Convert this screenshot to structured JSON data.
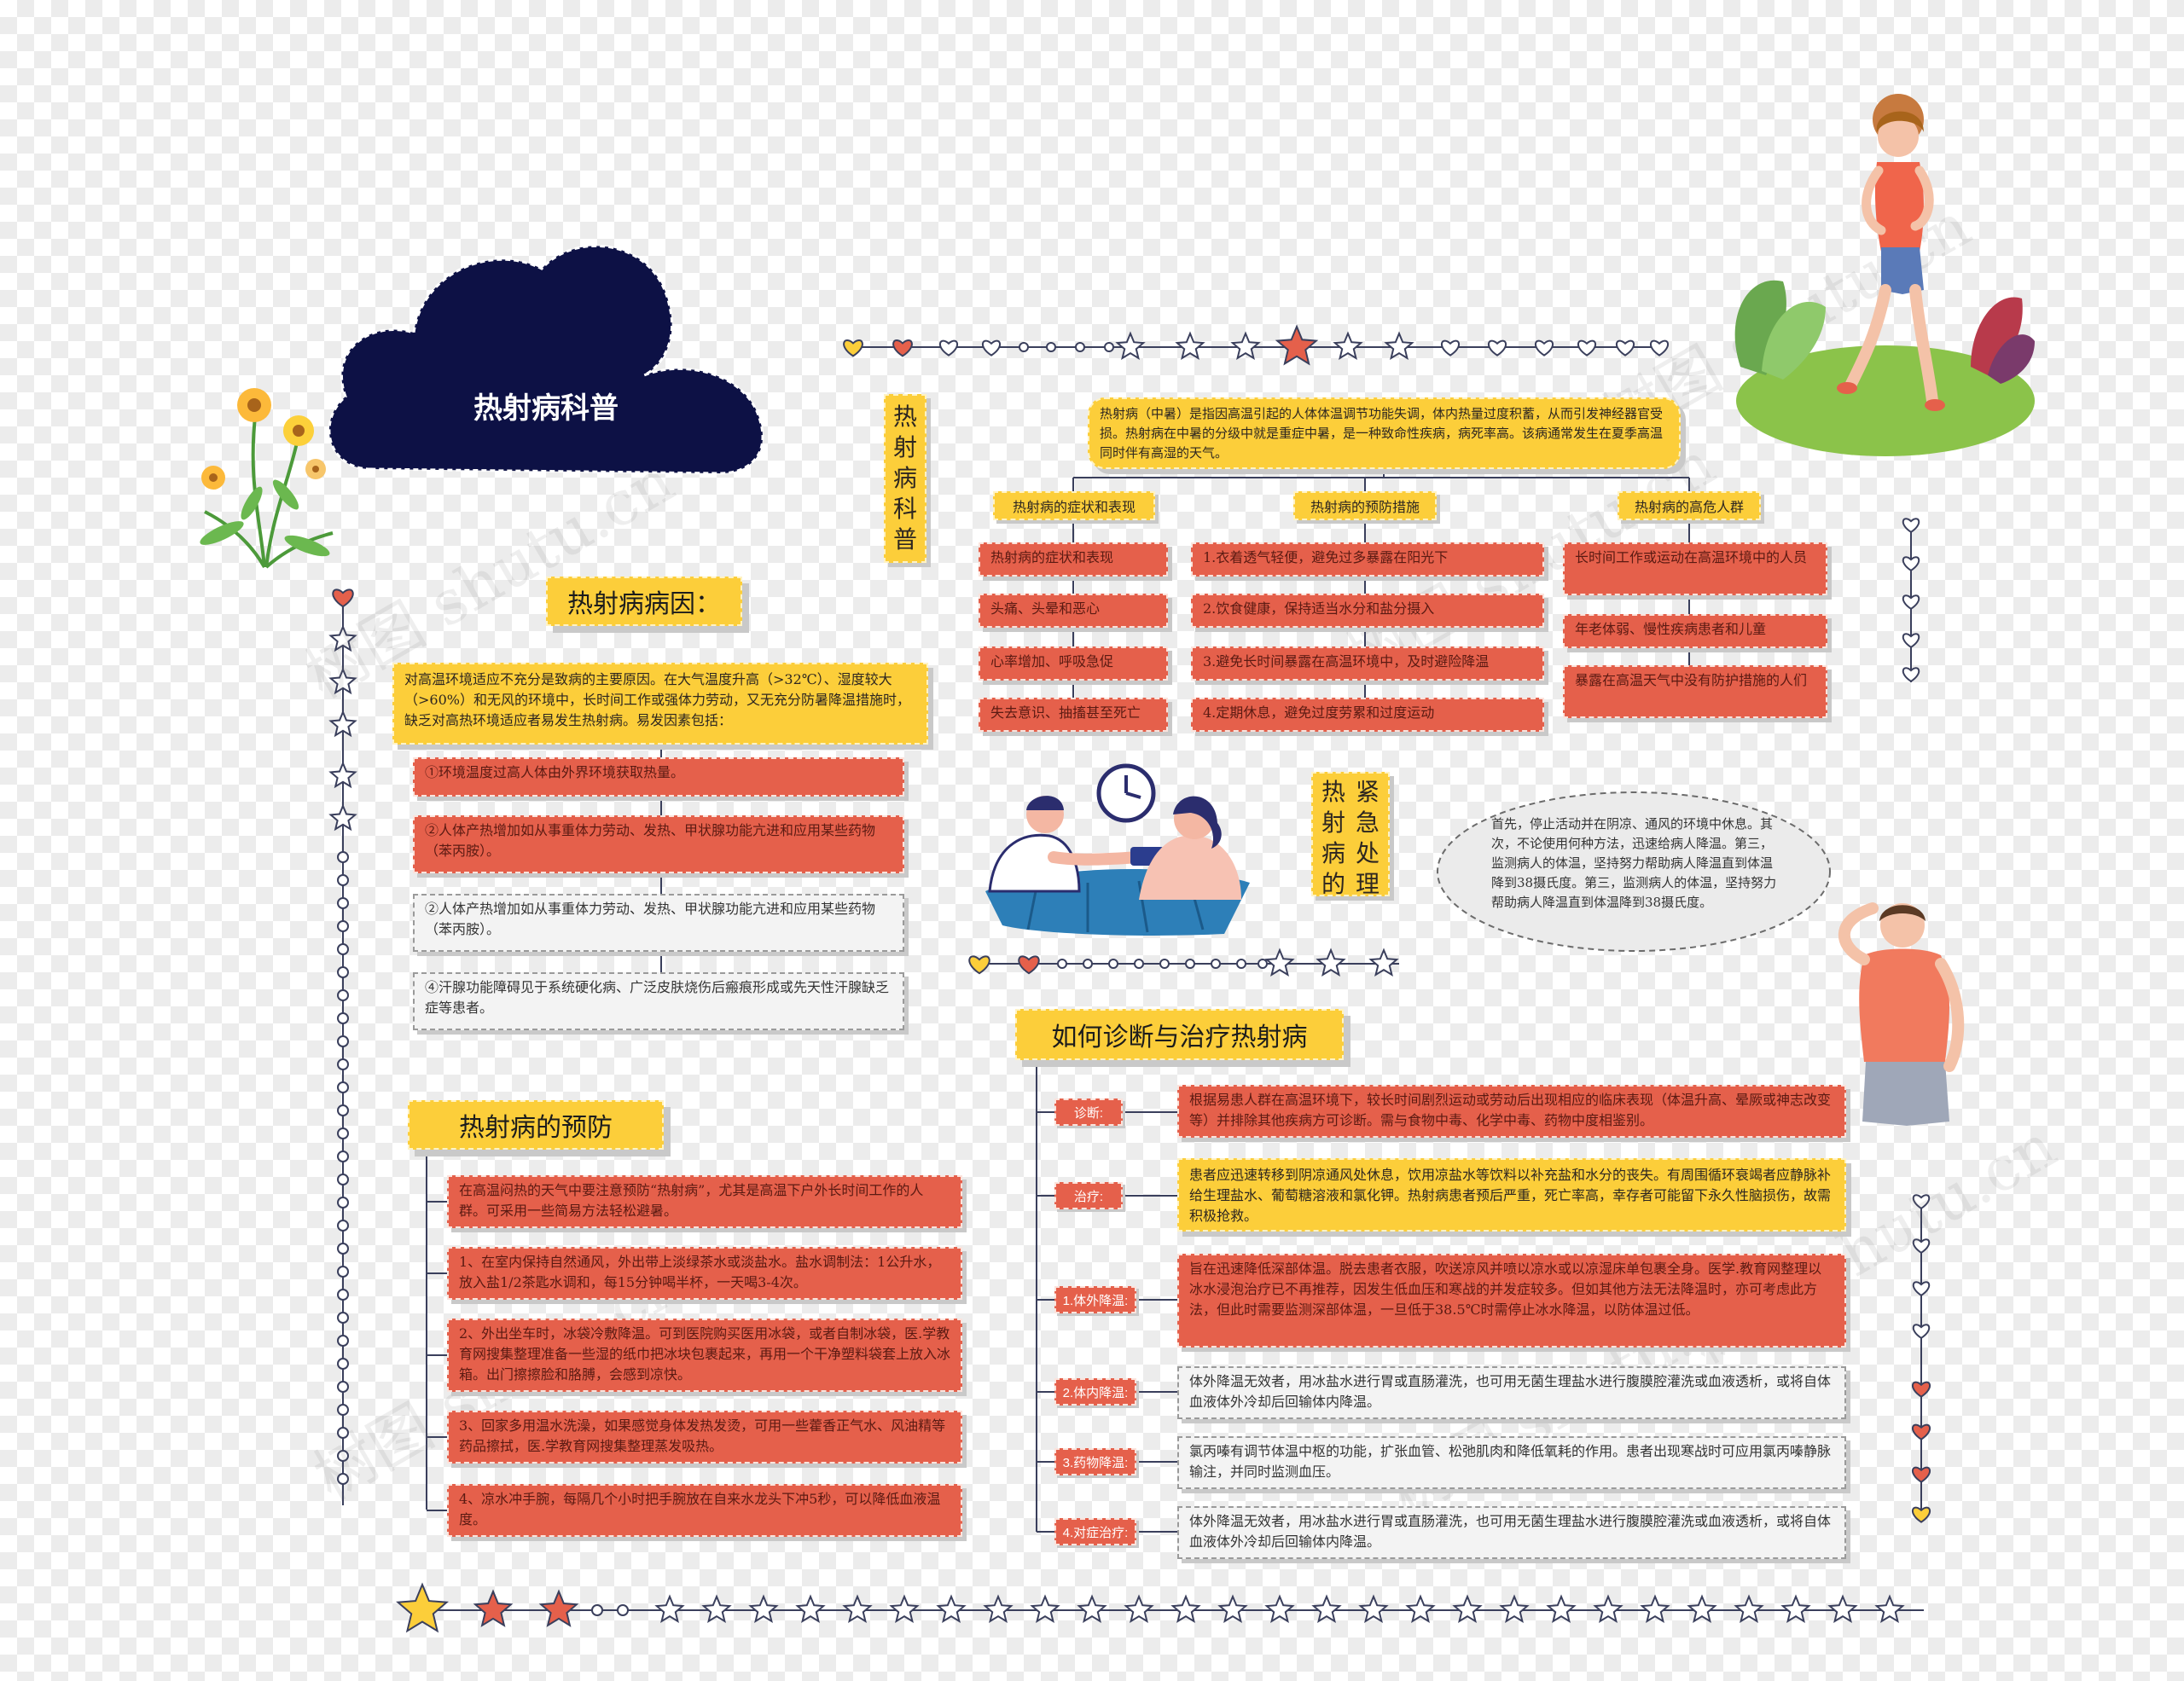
{
  "title": "热射病科普",
  "title_vertical": "热射病科普",
  "watermark": "树图 shutu.cn",
  "causes": {
    "heading": "热射病病因：",
    "intro": "对高温环境适应不充分是致病的主要原因。在大气温度升高（>32℃）、湿度较大（>60%）和无风的环境中，长时间工作或强体力劳动，又无充分防暑降温措施时，缺乏对高热环境适应者易发生热射病。易发因素包括：",
    "items": [
      "①环境温度过高人体由外界环境获取热量。",
      "②人体产热增加如从事重体力劳动、发热、甲状腺功能亢进和应用某些药物（苯丙胺）。",
      "②人体产热增加如从事重体力劳动、发热、甲状腺功能亢进和应用某些药物（苯丙胺）。",
      "④汗腺功能障碍见于系统硬化病、广泛皮肤烧伤后瘢痕形成或先天性汗腺缺乏症等患者。"
    ]
  },
  "overview": {
    "definition": "热射病（中暑）是指因高温引起的人体体温调节功能失调，体内热量过度积蓄，从而引发神经器官受损。热射病在中暑的分级中就是重症中暑，是一种致命性疾病，病死率高。该病通常发生在夏季高温同时伴有高湿的天气。",
    "columns": [
      {
        "title": "热射病的症状和表现",
        "items": [
          "热射病的症状和表现",
          "头痛、头晕和恶心",
          "心率增加、呼吸急促",
          "失去意识、抽搐甚至死亡"
        ]
      },
      {
        "title": "热射病的预防措施",
        "items": [
          "1.衣着透气轻便，避免过多暴露在阳光下",
          "2.饮食健康，保持适当水分和盐分摄入",
          "3.避免长时间暴露在高温环境中，及时避险降温",
          "4.定期休息，避免过度劳累和过度运动"
        ]
      },
      {
        "title": "热射病的高危人群",
        "items": [
          "长时间工作或运动在高温环境中的人员",
          "年老体弱、慢性疾病患者和儿童",
          "暴露在高温天气中没有防护措施的人们"
        ]
      }
    ]
  },
  "emergency": {
    "title_col1": "热射病的",
    "title_col2": "紧急处理",
    "text": "首先，停止活动并在阴凉、通风的环境中休息。其次，不论使用何种方法，迅速给病人降温。第三，监测病人的体温，坚持努力帮助病人降温直到体温降到38摄氏度。第三，监测病人的体温，坚持努力帮助病人降温直到体温降到38摄氏度。"
  },
  "prevention": {
    "heading": "热射病的预防",
    "items": [
      "在高温闷热的天气中要注意预防“热射病”，尤其是高温下户外长时间工作的人群。可采用一些简易方法轻松避暑。",
      "1、在室内保持自然通风，外出带上淡绿茶水或淡盐水。盐水调制法：1公升水，放入盐1/2茶匙水调和，每15分钟喝半杯，一天喝3-4次。",
      "2、外出坐车时，冰袋冷敷降温。可到医院购买医用冰袋，或者自制冰袋，医.学教育网搜集整理准备一些湿的纸巾把冰块包裹起来，再用一个干净塑料袋套上放入冰箱。出门擦擦脸和胳膊，会感到凉快。",
      "3、回家多用温水洗澡，如果感觉身体发热发烫，可用一些藿香正气水、风油精等药品擦拭，医.学教育网搜集整理蒸发吸热。",
      "4、凉水冲手腕，每隔几个小时把手腕放在自来水龙头下冲5秒，可以降低血液温度。"
    ]
  },
  "diagnosis": {
    "heading": "如何诊断与治疗热射病",
    "rows": [
      {
        "tag": "诊断:",
        "text": "根据易患人群在高温环境下，较长时间剧烈运动或劳动后出现相应的临床表现（体温升高、晕厥或神志改变等）并排除其他疾病方可诊断。需与食物中毒、化学中毒、药物中度相鉴别。"
      },
      {
        "tag": "治疗:",
        "text": "患者应迅速转移到阴凉通风处休息，饮用凉盐水等饮料以补充盐和水分的丧失。有周围循环衰竭者应静脉补给生理盐水、葡萄糖溶液和氯化钾。热射病患者预后严重，死亡率高，幸存者可能留下永久性脑损伤，故需积极抢救。"
      },
      {
        "tag": "1.体外降温:",
        "text": "旨在迅速降低深部体温。脱去患者衣服，吹送凉风并喷以凉水或以凉湿床单包裹全身。医学.教育网整理以冰水浸泡治疗已不再推荐，因发生低血压和寒战的并发症较多。但如其他方法无法降温时，亦可考虑此方法，但此时需要监测深部体温，一旦低于38.5℃时需停止冰水降温，以防体温过低。"
      },
      {
        "tag": "2.体内降温:",
        "text": "体外降温无效者，用冰盐水进行胃或直肠灌洗，也可用无菌生理盐水进行腹膜腔灌洗或血液透析，或将自体血液体外冷却后回输体内降温。"
      },
      {
        "tag": "3.药物降温:",
        "text": "氯丙嗪有调节体温中枢的功能，扩张血管、松弛肌肉和降低氧耗的作用。患者出现寒战时可应用氯丙嗪静脉输注，并同时监测血压。"
      },
      {
        "tag": "4.对症治疗:",
        "text": "体外降温无效者，用冰盐水进行胃或直肠灌洗，也可用无菌生理盐水进行腹膜腔灌洗或血液透析，或将自体血液体外冷却后回输体内降温。"
      }
    ]
  },
  "colors": {
    "red": "#e5604b",
    "yellow": "#fcce3a",
    "navy": "#0d1145",
    "line": "#3a3f5c"
  }
}
